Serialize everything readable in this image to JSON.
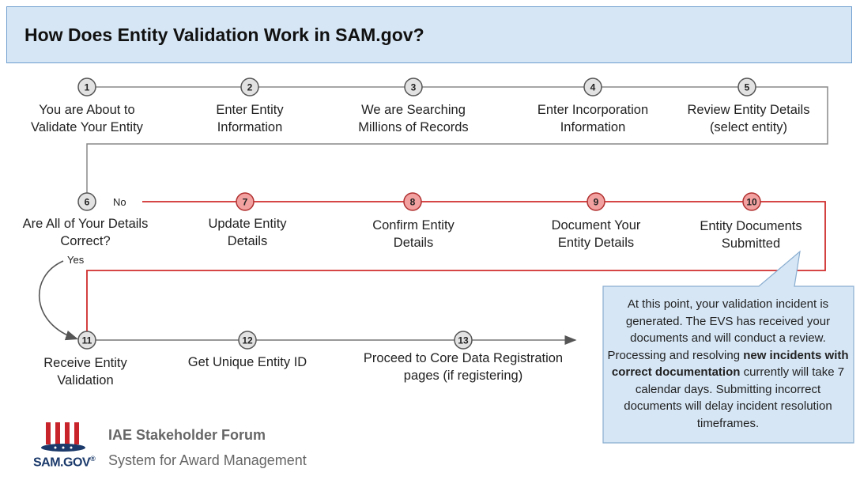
{
  "title": "How Does Entity Validation Work in SAM.gov?",
  "steps": [
    {
      "num": "1",
      "label_l1": "You are About to",
      "label_l2": "Validate Your Entity",
      "highlight": false
    },
    {
      "num": "2",
      "label_l1": "Enter Entity",
      "label_l2": "Information",
      "highlight": false
    },
    {
      "num": "3",
      "label_l1": "We are Searching",
      "label_l2": "Millions of Records",
      "highlight": false
    },
    {
      "num": "4",
      "label_l1": "Enter Incorporation",
      "label_l2": "Information",
      "highlight": false
    },
    {
      "num": "5",
      "label_l1": "Review Entity Details",
      "label_l2": "(select entity)",
      "highlight": false
    },
    {
      "num": "6",
      "label_l1": "Are All of Your Details",
      "label_l2": "Correct?",
      "highlight": false
    },
    {
      "num": "7",
      "label_l1": "Update Entity",
      "label_l2": "Details",
      "highlight": true
    },
    {
      "num": "8",
      "label_l1": "Confirm Entity",
      "label_l2": "Details",
      "highlight": true
    },
    {
      "num": "9",
      "label_l1": "Document Your",
      "label_l2": "Entity Details",
      "highlight": true
    },
    {
      "num": "10",
      "label_l1": "Entity Documents",
      "label_l2": "Submitted",
      "highlight": true
    },
    {
      "num": "11",
      "label_l1": "Receive Entity",
      "label_l2": "Validation",
      "highlight": false
    },
    {
      "num": "12",
      "label_l1": "Get Unique Entity ID",
      "label_l2": "",
      "highlight": false
    },
    {
      "num": "13",
      "label_l1": "Proceed to Core Data Registration",
      "label_l2": "pages (if registering)",
      "highlight": false
    }
  ],
  "branch_no": "No",
  "branch_yes": "Yes",
  "callout": {
    "part1": "At this point, your validation incident is generated. The EVS has received your documents and will conduct a review. Processing and resolving ",
    "bold": "new incidents with correct documentation",
    "part2": " currently will take 7 calendar days. Submitting incorrect documents will delay incident resolution timeframes."
  },
  "footer": {
    "title": "IAE Stakeholder Forum",
    "subtitle": "System for Award Management",
    "logo_text": "SAM.GOV",
    "logo_mark": "®"
  },
  "colors": {
    "title_bg": "#d6e6f5",
    "title_border": "#6f9fcf",
    "red_line": "#d02c2c",
    "red_node": "#f3a0a0",
    "gray_node": "#e2e2e2",
    "callout_bg": "#d6e6f5"
  }
}
